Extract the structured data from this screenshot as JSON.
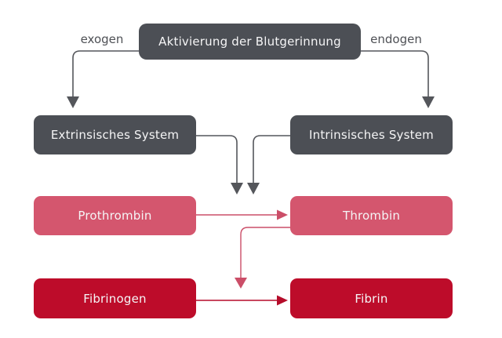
{
  "diagram": {
    "top_node": {
      "label": "Aktivierung der Blutgerinnung"
    },
    "branch_labels": {
      "left": "exogen",
      "right": "endogen"
    },
    "nodes": {
      "extrinsic": "Extrinsisches System",
      "intrinsic": "Intrinsisches System",
      "prothrombin": "Prothrombin",
      "thrombin": "Thrombin",
      "fibrinogen": "Fibrinogen",
      "fibrin": "Fibrin"
    },
    "colors": {
      "background": "#ffffff",
      "system_box": "#4c4f55",
      "enzyme_box": "#d4566e",
      "product_box": "#bd0c2a",
      "gray_arrow": "#54565b",
      "rose_arrow": "#cb4e68",
      "red_arrow": "#b50c2a",
      "branch_label_text": "#4e5055",
      "box_text": "#f5f5f6"
    }
  }
}
